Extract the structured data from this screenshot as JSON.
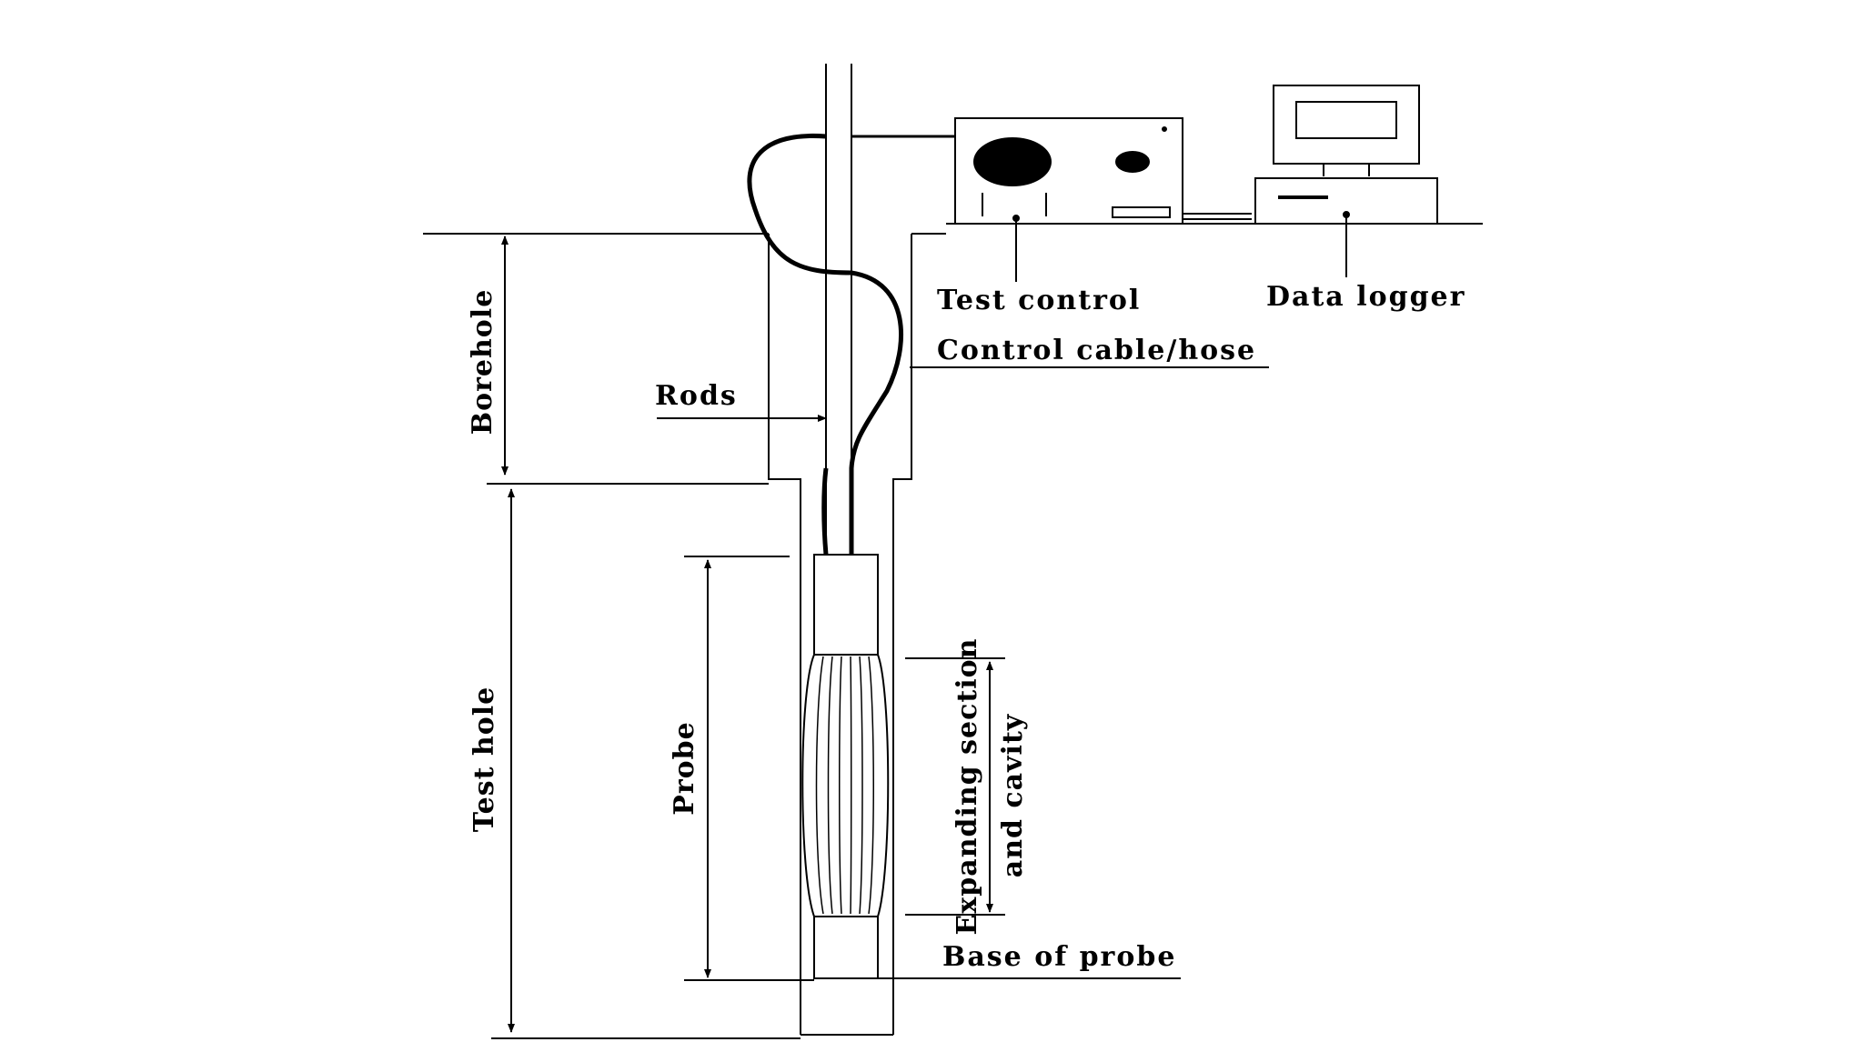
{
  "labels": {
    "test_control": "Test control",
    "data_logger": "Data logger",
    "control_cable": "Control cable/hose",
    "rods": "Rods",
    "borehole": "Borehole",
    "test_hole": "Test hole",
    "probe": "Probe",
    "expanding_line1": "Expanding section",
    "expanding_line2": "and cavity",
    "base_of_probe": "Base of probe"
  },
  "colors": {
    "ink": "#000000",
    "background": "#ffffff"
  }
}
